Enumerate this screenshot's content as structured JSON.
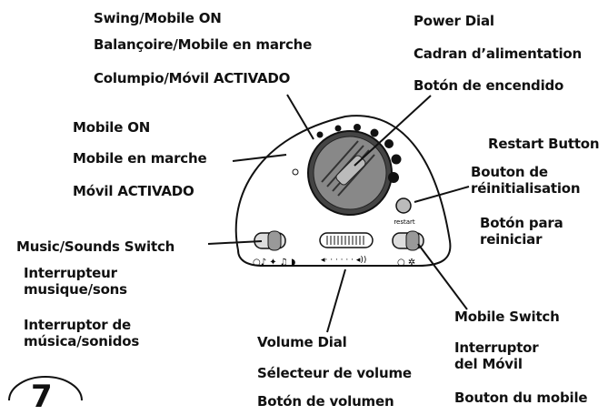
{
  "labels": {
    "swing_mobile_on": [
      "Swing/Mobile ON",
      "Balançoire/Mobile en marche",
      "Columpio/Móvil ACTIVADO"
    ],
    "power_dial": [
      "Power Dial",
      "Cadran d’alimentation",
      "Botón de encendido"
    ],
    "mobile_on": [
      "Mobile ON",
      "Mobile en marche",
      "Móvil ACTIVADO"
    ],
    "restart_button": [
      "Restart Button",
      "Bouton de réinitialisation",
      "Botón para reiniciar"
    ],
    "music_sounds_switch": [
      "Music/Sounds Switch",
      "Interrupteur musique/sons",
      "Interruptor de música/sonidos"
    ],
    "mobile_switch": [
      "Mobile Switch",
      "Interruptor del Móvil",
      "Bouton du mobile"
    ],
    "volume_dial": [
      "Volume Dial",
      "Sélecteur de volume",
      "Botón de volumen"
    ]
  },
  "device": {
    "restart_text": "restart"
  },
  "page_number": "7"
}
